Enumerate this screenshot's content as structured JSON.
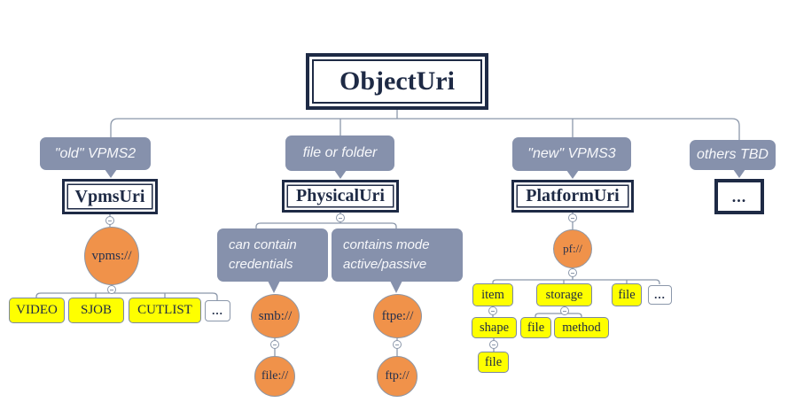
{
  "root": {
    "label": "ObjectUri"
  },
  "branches": {
    "vpms": {
      "callout": "\"old\" VPMS2",
      "node": "VpmsUri",
      "scheme": "vpms://",
      "types": [
        "VIDEO",
        "SJOB",
        "CUTLIST",
        "..."
      ]
    },
    "physical": {
      "callout": "file or folder",
      "node": "PhysicalUri",
      "notes": [
        "can contain credentials",
        "contains mode active/passive"
      ],
      "schemes": [
        "smb://",
        "ftpe://"
      ],
      "sub_schemes": [
        "file://",
        "ftp://"
      ]
    },
    "platform": {
      "callout": "\"new\" VPMS3",
      "node": "PlatformUri",
      "scheme": "pf://",
      "level1": [
        "item",
        "storage",
        "file",
        "..."
      ],
      "item_child": "shape",
      "storage_children": [
        "file",
        "method"
      ],
      "shape_child": "file"
    },
    "others": {
      "callout": "others TBD",
      "node": "..."
    }
  },
  "colors": {
    "node_border": "#1e2a45",
    "callout_fill": "#8691ac",
    "scheme_circle_fill": "#f0924a",
    "leaf_fill": "#feff00",
    "connector": "#8b97aa",
    "background": "#ffffff"
  }
}
